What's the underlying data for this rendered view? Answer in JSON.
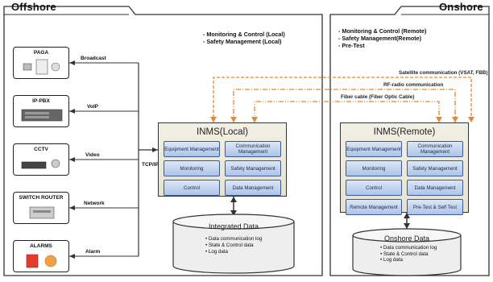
{
  "offshore": {
    "title": "Offshore",
    "bullets": [
      "Monitoring & Control (Local)",
      "Safety Management (Local)"
    ]
  },
  "onshore": {
    "title": "Onshore",
    "bullets": [
      "Monitoring & Control (Remote)",
      "Safety Management(Remote)",
      "Pre-Test"
    ]
  },
  "devices": [
    {
      "label": "PAGA",
      "connection": "Broadcast"
    },
    {
      "label": "IP-PBX",
      "connection": "VoIP"
    },
    {
      "label": "CCTV",
      "connection": "Video"
    },
    {
      "label": "SWITCH ROUTER",
      "connection": "Network"
    },
    {
      "label": "ALARMS",
      "connection": "Alarm"
    }
  ],
  "bus_label": "TCP/IP",
  "inms_local": {
    "title": "INMS(Local)",
    "modules": [
      "Equipment Management",
      "Communication Management",
      "Monitoring",
      "Safety Management",
      "Control",
      "Data Management"
    ]
  },
  "inms_remote": {
    "title": "INMS(Remote)",
    "modules": [
      "Equipment Management",
      "Communication Management",
      "Monitoring",
      "Safety Management",
      "Control",
      "Data Management",
      "Remote Management",
      "Pre-Test & Self Test"
    ]
  },
  "integrated_data": {
    "title": "Integrated Data",
    "items": [
      "Data communication log",
      "State & Control data",
      "Log data"
    ]
  },
  "onshore_data": {
    "title": "Onshore Data",
    "items": [
      "Data communication log",
      "State & Control data",
      "Log data"
    ]
  },
  "links": [
    {
      "label": "Satellite communication (VSAT, FBB)",
      "color": "#e8872b"
    },
    {
      "label": "RF-radio communication",
      "color": "#e8872b"
    },
    {
      "label": "Fiber cable (Fiber Optic Cable)",
      "color": "#e8872b"
    }
  ],
  "colors": {
    "link": "#e8872b",
    "module_border": "#3a5a9a",
    "inms_bg": "#eeebdc"
  }
}
